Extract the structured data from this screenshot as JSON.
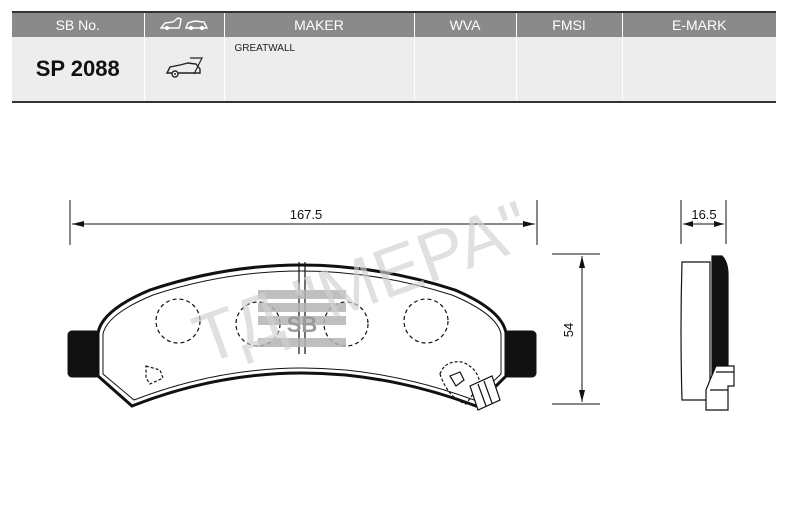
{
  "table": {
    "headers": {
      "sb_no": "SB No.",
      "maker": "MAKER",
      "wva": "WVA",
      "fmsi": "FMSI",
      "emark": "E-MARK"
    },
    "header_icon": "car-pair-icon",
    "row": {
      "sb_no": "SP 2088",
      "icon": "front-axle-car-icon",
      "maker": "GREATWALL",
      "wva": "",
      "fmsi": "",
      "emark": ""
    }
  },
  "drawing": {
    "width_label": "167.5",
    "height_label": "54",
    "thickness_label": "16.5",
    "logo_text": "SB",
    "watermark_text": "ТД \"МЕРА\""
  },
  "colors": {
    "header_bg": "#8a8a8a",
    "row_bg": "#ededed",
    "line": "#111111",
    "watermark": "#d0d0d0",
    "logo": "#b5b5b5"
  }
}
